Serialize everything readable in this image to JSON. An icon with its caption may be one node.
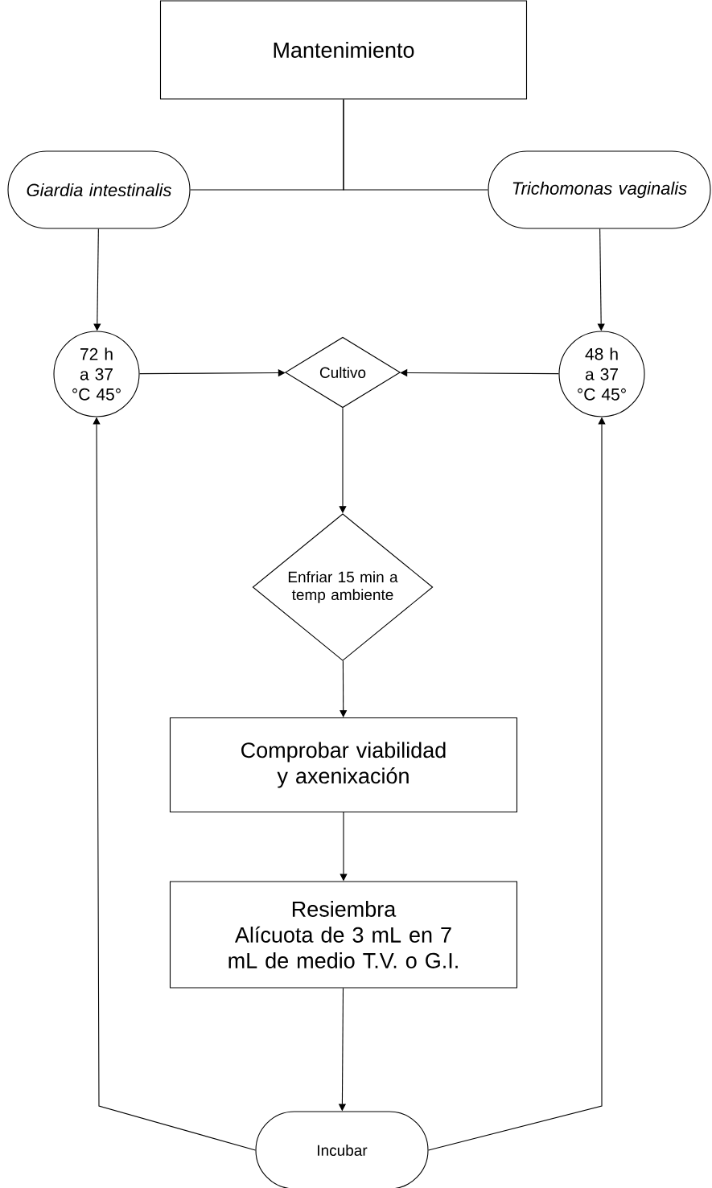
{
  "diagram": {
    "nodes": [
      {
        "text": [
          "Mantenimiento"
        ]
      },
      {
        "text": [
          "*Giardia intestinalis*"
        ]
      },
      {
        "text": [
          "*Trichomonas vaginalis*"
        ]
      },
      {
        "text": [
          "72 h a 37 °C 45°"
        ]
      },
      {
        "text": [
          "Cultivo"
        ]
      },
      {
        "text": [
          "48 h a 37 °C 45°"
        ]
      },
      {
        "text": [
          "Enfriar 15 min a temp ambiente"
        ]
      },
      {
        "text": [
          "Comprobar viabilidad y axenixación"
        ]
      },
      {
        "text": [
          "Resiembra",
          "Alícuota de 3 mL en 7 mL de medio T.V. o G.I."
        ]
      },
      {
        "text": [
          "Incubar"
        ]
      }
    ],
    "edges": [
      {
        "from": 0,
        "to": 1,
        "arrow": "none"
      },
      {
        "from": 0,
        "to": 2,
        "arrow": "none"
      },
      {
        "from": 1,
        "to": 3,
        "arrow": "to"
      },
      {
        "from": 2,
        "to": 5,
        "arrow": "to"
      },
      {
        "from": 3,
        "to": 4,
        "arrow": "to"
      },
      {
        "from": 5,
        "to": 4,
        "arrow": "to"
      },
      {
        "from": 4,
        "to": 6,
        "arrow": "to"
      },
      {
        "from": 6,
        "to": 7,
        "arrow": "to"
      },
      {
        "from": 7,
        "to": 8,
        "arrow": "to"
      },
      {
        "from": 8,
        "to": 9,
        "arrow": "to"
      },
      {
        "from": 9,
        "to": 3,
        "arrow": "to"
      },
      {
        "from": 9,
        "to": 5,
        "arrow": "to"
      }
    ]
  }
}
